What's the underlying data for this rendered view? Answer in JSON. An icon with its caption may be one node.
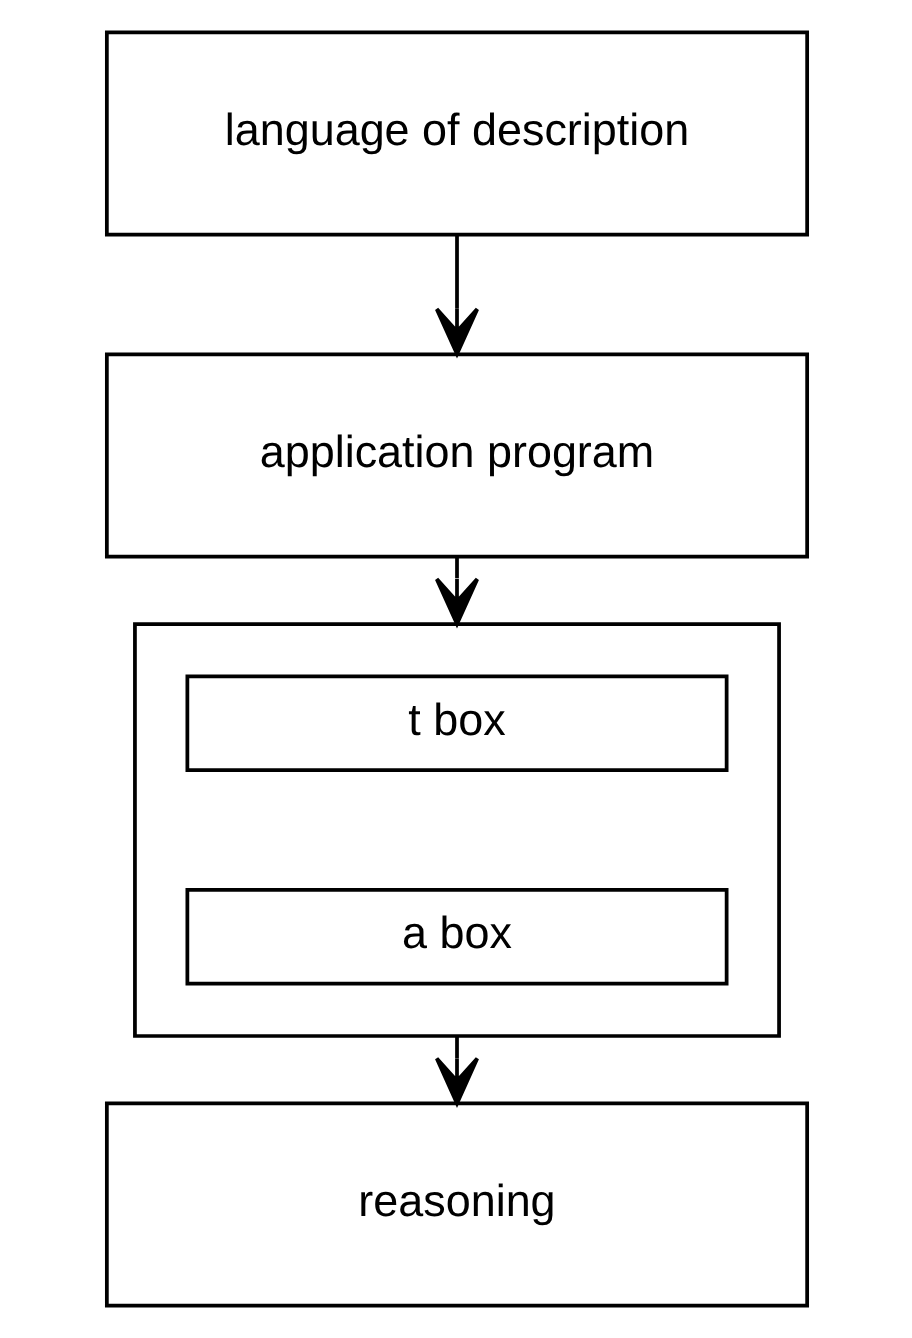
{
  "diagram": {
    "nodes": [
      {
        "text": [
          "language of description"
        ]
      },
      {
        "text": [
          "application program"
        ]
      },
      {
        "text": [],
        "shape": "box"
      },
      {
        "text": [
          "t box"
        ],
        "in": 2
      },
      {
        "text": [
          "a box"
        ],
        "in": 2
      },
      {
        "text": [
          "reasoning"
        ]
      }
    ],
    "edges": [
      {
        "from": 0,
        "to": 1,
        "arrow": "to"
      },
      {
        "from": 1,
        "to": 2,
        "arrow": "to"
      },
      {
        "from": 2,
        "to": 5,
        "arrow": "to"
      }
    ]
  }
}
